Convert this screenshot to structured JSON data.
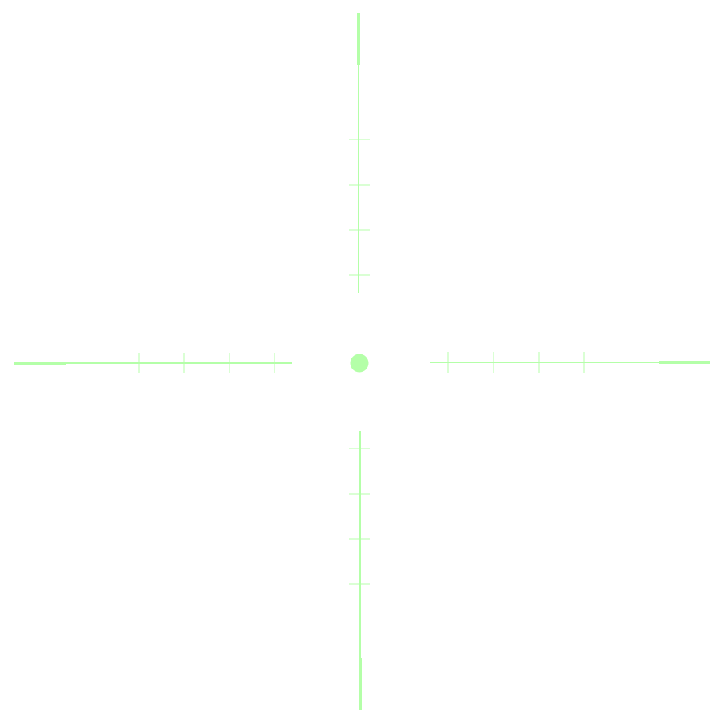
{
  "reticle": {
    "color": "#b4ffa8",
    "type": "crosshair-with-center-dot",
    "ticks_per_arm": 4,
    "arms": [
      "top",
      "bottom",
      "left",
      "right"
    ],
    "thick_outer_ends": true,
    "center_dot": true
  }
}
